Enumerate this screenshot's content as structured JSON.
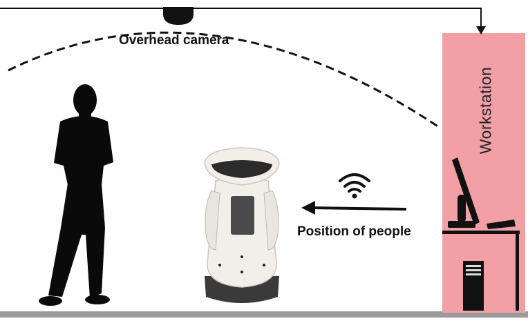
{
  "labels": {
    "camera": "Overhead camera",
    "workstation": "Workstation",
    "signal": "Position of people"
  },
  "colors": {
    "workstation_panel": "#f2a0a6",
    "ink": "#111111",
    "floor": "#9a9a9a",
    "robot_body": "#f1efe8",
    "robot_base": "#3a3a3a"
  },
  "icons": [
    "camera-icon",
    "person-silhouette",
    "robot-icon",
    "wifi-icon",
    "monitor-icon",
    "pc-tower-icon",
    "desk-icon"
  ]
}
